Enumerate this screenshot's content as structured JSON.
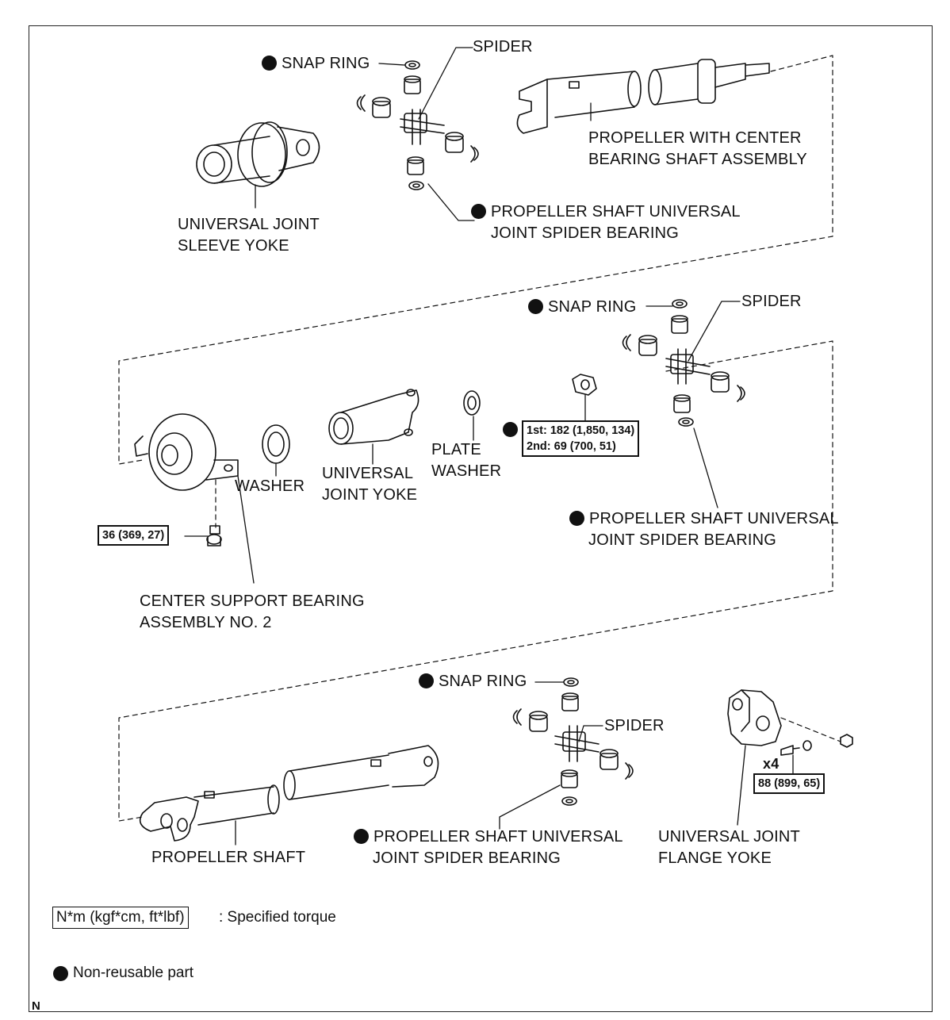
{
  "labels": {
    "snap_ring": "SNAP RING",
    "spider": "SPIDER",
    "propeller_center_line1": "PROPELLER WITH CENTER",
    "propeller_center_line2": "BEARING SHAFT ASSEMBLY",
    "sleeve_yoke_line1": "UNIVERSAL JOINT",
    "sleeve_yoke_line2": "SLEEVE YOKE",
    "spider_bearing_line1": "PROPELLER SHAFT UNIVERSAL",
    "spider_bearing_line2": "JOINT SPIDER BEARING",
    "washer": "WASHER",
    "joint_yoke_line1": "UNIVERSAL",
    "joint_yoke_line2": "JOINT YOKE",
    "plate_washer_line1": "PLATE",
    "plate_washer_line2": "WASHER",
    "center_support_line1": "CENTER SUPPORT BEARING",
    "center_support_line2": "ASSEMBLY NO. 2",
    "propeller_shaft": "PROPELLER SHAFT",
    "flange_yoke_line1": "UNIVERSAL JOINT",
    "flange_yoke_line2": "FLANGE YOKE",
    "x4": "x4"
  },
  "torques": {
    "nut_1st": "1st: 182 (1,850, 134)",
    "nut_2nd": "2nd: 69 (700, 51)",
    "center_bolt": "36 (369, 27)",
    "flange_bolt": "88 (899, 65)"
  },
  "legend": {
    "torque_unit": "N*m (kgf*cm, ft*lbf)",
    "torque_text": ": Specified torque",
    "nonreusable_text": "Non-reusable part"
  },
  "corner_mark": "N"
}
